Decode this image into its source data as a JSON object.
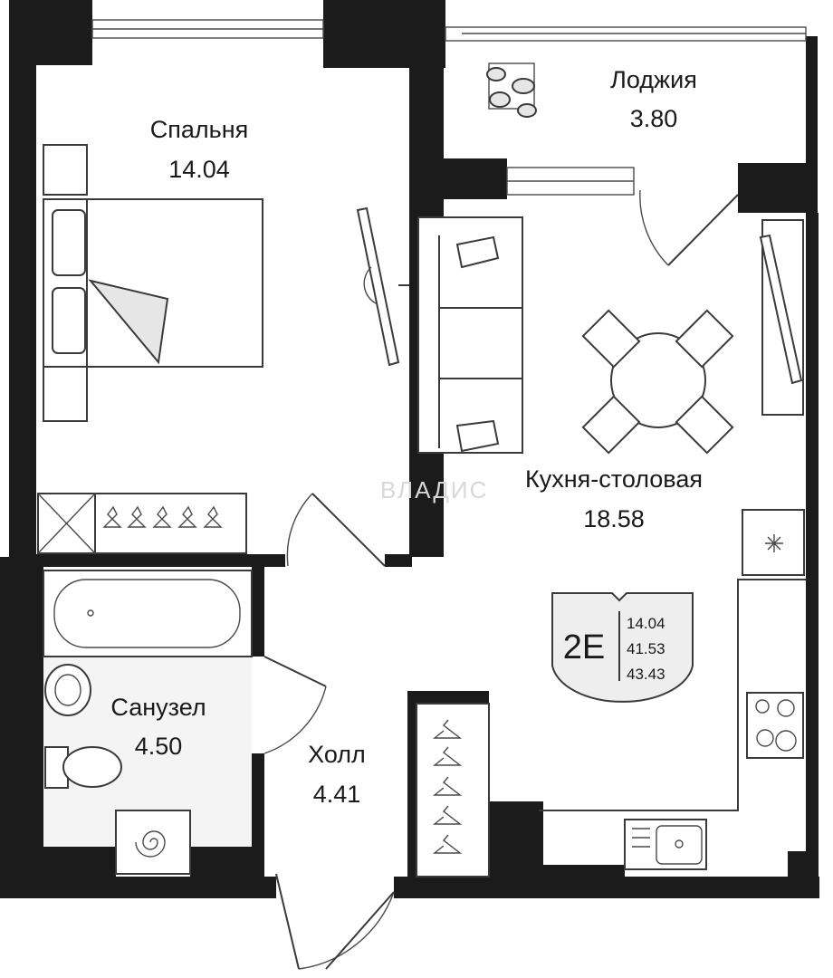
{
  "rooms": {
    "bedroom": {
      "name": "Спальня",
      "area": "14.04"
    },
    "loggia": {
      "name": "Лоджия",
      "area": "3.80"
    },
    "kitchen": {
      "name": "Кухня-столовая",
      "area": "18.58"
    },
    "bathroom": {
      "name": "Санузел",
      "area": "4.50"
    },
    "hall": {
      "name": "Холл",
      "area": "4.41"
    }
  },
  "badge": {
    "code": "2E",
    "values": [
      "14.04",
      "41.53",
      "43.43"
    ]
  },
  "watermark": "ВЛАДИС",
  "colors": {
    "wall": "#1b1b1b",
    "line": "#3a3a3a",
    "shade": "#e6e6e6",
    "text": "#1a1a1a"
  }
}
